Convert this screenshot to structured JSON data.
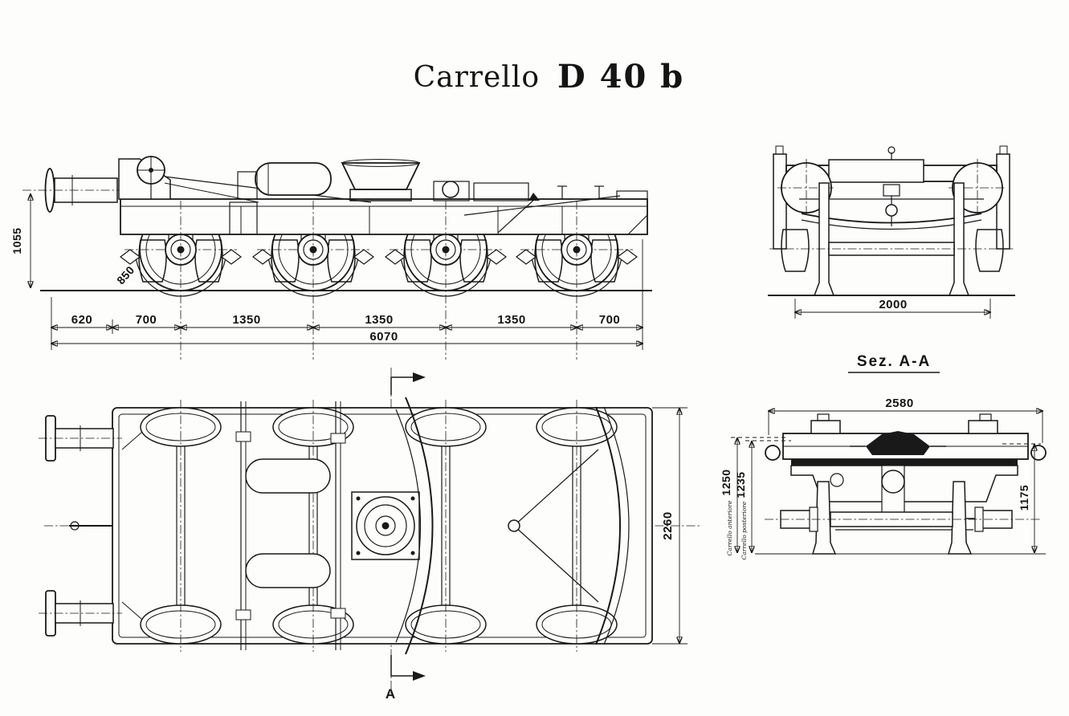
{
  "colors": {
    "ink": "#191919",
    "paper": "#fdfdfc"
  },
  "title": {
    "prefix": "Carrello",
    "model": "D 40 b"
  },
  "side_view": {
    "dim_height": "1055",
    "dim_wheel_diameter": "850",
    "dim_segments": [
      "620",
      "700",
      "1350",
      "1350",
      "1350",
      "700"
    ],
    "dim_total": "6070"
  },
  "front_view": {
    "dim_gauge": "2000"
  },
  "plan_view": {
    "dim_width": "2260",
    "cut_letter": "A"
  },
  "section_view": {
    "title": "Sez. A-A",
    "dim_width": "2580",
    "dim_height_front": "1250",
    "dim_height_rear": "1235",
    "dim_height_side": "1175",
    "note_front": "Carrello anteriore",
    "note_rear": "Carrello posteriore"
  }
}
